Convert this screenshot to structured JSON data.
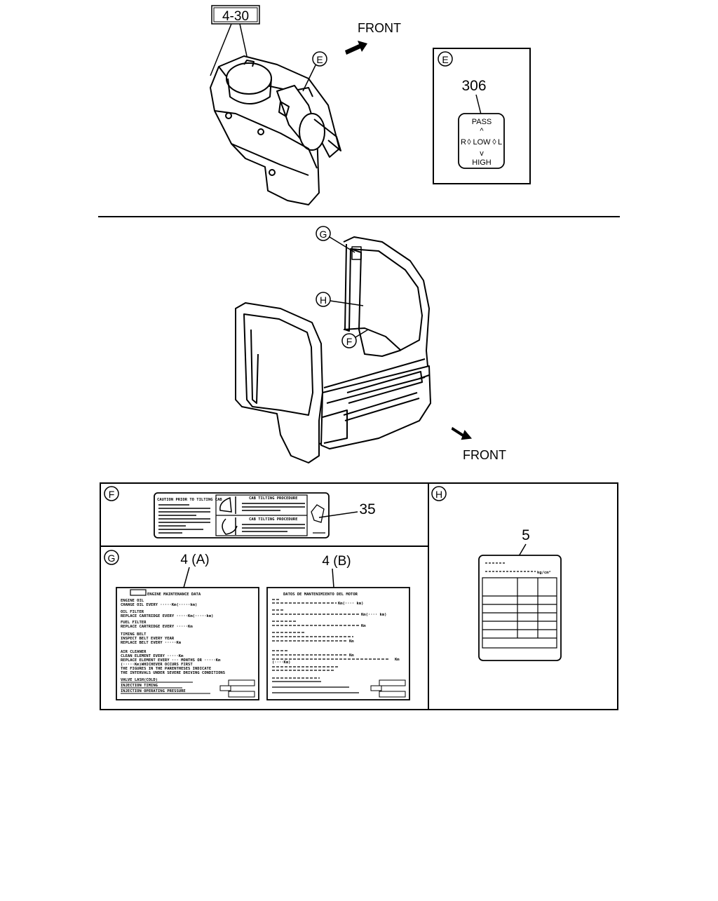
{
  "top": {
    "ref_box": "4-30",
    "callout_e": "E",
    "front": "FRONT"
  },
  "detail_e": {
    "callout": "E",
    "part_no": "306",
    "switch_top": "PASS",
    "switch_left": "R",
    "switch_mid": "LOW",
    "switch_right": "L",
    "switch_bottom": "HIGH"
  },
  "cab": {
    "callout_g": "G",
    "callout_h": "H",
    "callout_f": "F",
    "front": "FRONT"
  },
  "panel_f": {
    "callout": "F",
    "part_no": "35",
    "label_title": "CAUTION PRIOR TO TILTING CAB",
    "sub_title_1": "CAB TILTING PROCEDURE",
    "sub_title_2": "CAB TILTING PROCEDURE"
  },
  "panel_g": {
    "callout": "G",
    "part_a": "4 (A)",
    "part_b": "4 (B)",
    "label_a": {
      "title": "ENGINE MAINTENANCE DATA",
      "lines": [
        "ENGINE OIL",
        "CHANGE OIL EVERY ·····Km(·····km)",
        "OIL FILTER",
        "REPLACE CARTRIDGE EVERY ·····Km(·····km)",
        "FUEL FILTER",
        "REPLACE CARTRIDGE EVERY ·····Km",
        "TIMING BELT",
        "INSPECT BELT EVERY YEAR",
        "REPLACE BELT EVERY ·····Km",
        "AIR CLEANER",
        "CLEAN ELEMENT EVERY ·····Km",
        "REPLACE ELEMENT EVERY ··· MONTHS OR ·····Km",
        "(·····Km)WHICHEVER OCCURS FIRST",
        "THE FIGURES IN THE PARENTHESES INDICATE",
        "THE INTERVALS UNDER SEVERE DRIVING CONDITIONS",
        "VALVE LASH(COLD)",
        "INJECTION TIMING",
        "INJECTION OPERATING PRESSURE"
      ]
    },
    "label_b": {
      "title": "DATOS DE MANTENIMIENTO DEL MOTOR",
      "km_lines": [
        "Km(···· km)",
        "Km(···· km)",
        "Km",
        "Km",
        "Km",
        "Km",
        "(····Km)"
      ]
    }
  },
  "panel_h": {
    "callout": "H",
    "part_no": "5",
    "unit": "kg/cm²"
  }
}
